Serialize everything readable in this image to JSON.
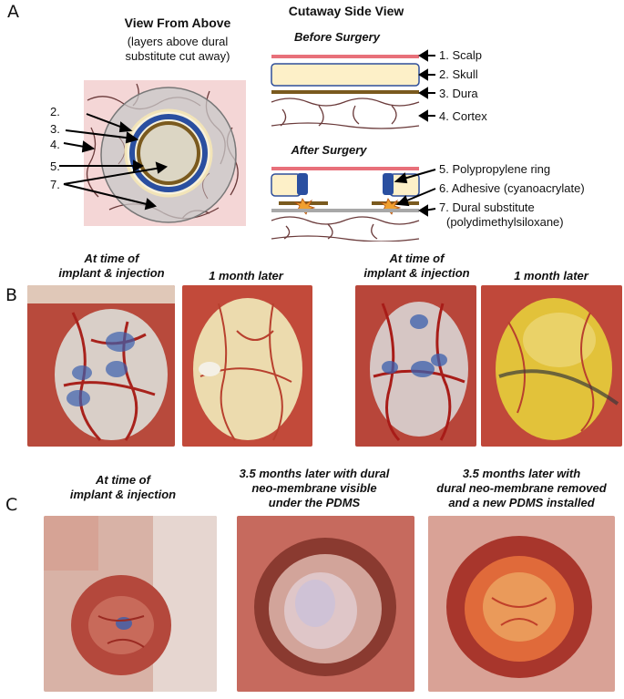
{
  "panel_a": {
    "letter": "A",
    "top_view": {
      "title": "View From Above",
      "subtitle_lines": [
        "(layers above dural",
        "substitute cut away)"
      ],
      "callouts": [
        "2.",
        "3.",
        "4.",
        "5.",
        "7."
      ]
    },
    "side_view": {
      "title": "Cutaway Side View",
      "before_label": "Before Surgery",
      "after_label": "After Surgery",
      "before_layers": [
        "1. Scalp",
        "2. Skull",
        "3. Dura",
        "4. Cortex"
      ],
      "after_layers": [
        "5. Polypropylene ring",
        "6. Adhesive (cyanoacrylate)",
        "7. Dural substitute",
        "(polydimethylsiloxane)"
      ]
    },
    "colors": {
      "scalp": "#e8707a",
      "skull": "#fdf0c8",
      "skull_border": "#2f4f9a",
      "dura": "#7a5a1e",
      "ring": "#2a4fa0",
      "brain": "#f4d6d6",
      "adhesive": "#f0a030"
    }
  },
  "panel_b": {
    "letter": "B",
    "captions": [
      [
        "At time of",
        "implant & injection"
      ],
      [
        "1 month later"
      ],
      [
        "At time of",
        "implant & injection"
      ],
      [
        "1 month later"
      ]
    ]
  },
  "panel_c": {
    "letter": "C",
    "captions": [
      [
        "At time of",
        "implant & injection"
      ],
      [
        "3.5 months later with dural",
        "neo-membrane visible",
        "under the PDMS"
      ],
      [
        "3.5 months later with",
        "dural neo-membrane removed",
        "and a new PDMS installed"
      ]
    ]
  }
}
